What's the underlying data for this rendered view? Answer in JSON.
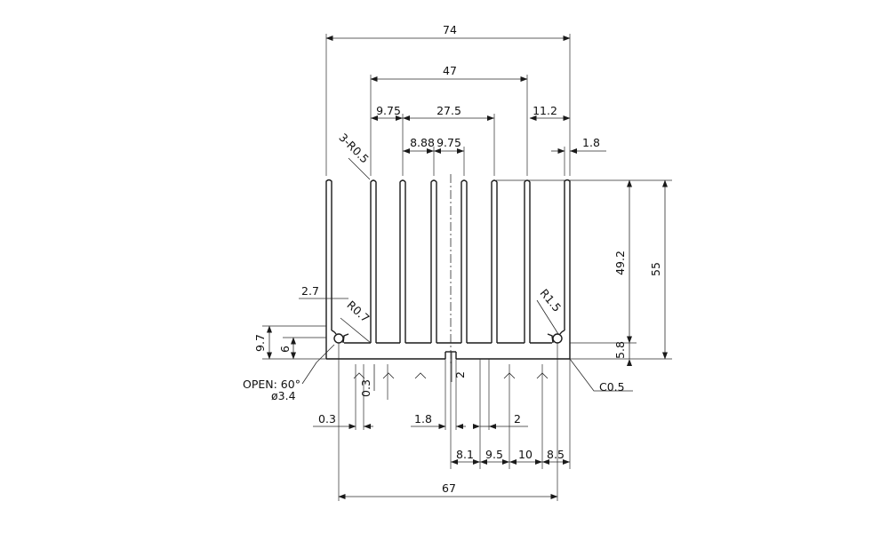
{
  "dimensions": {
    "overall_width": "74",
    "fin_span": "47",
    "pitch_left": "9.75",
    "center_span": "27.5",
    "right_gap": "11.2",
    "fin_tip": "1.8",
    "inner_pitch_a": "8.88",
    "inner_pitch_b": "9.75",
    "fin_height": "49.2",
    "total_height": "55",
    "base_thickness": "5.8",
    "left_wall": "2.7",
    "corner_radius_left": "R0.7",
    "corner_radius_right": "R1.5",
    "edge_radius": "3-R0.5",
    "side_height": "9.7",
    "slot_height": "6",
    "open_angle": "OPEN: 60°",
    "hole_diameter": "ø3.4",
    "groove_depth_a": "0.3",
    "groove_depth_b": "0.3",
    "center_groove": "1.8",
    "groove_width": "2",
    "center_slot": "2",
    "chamfer": "C0.5",
    "offset_a": "8.1",
    "offset_b": "9.5",
    "offset_c": "10",
    "offset_d": "8.5",
    "base_width": "67"
  }
}
